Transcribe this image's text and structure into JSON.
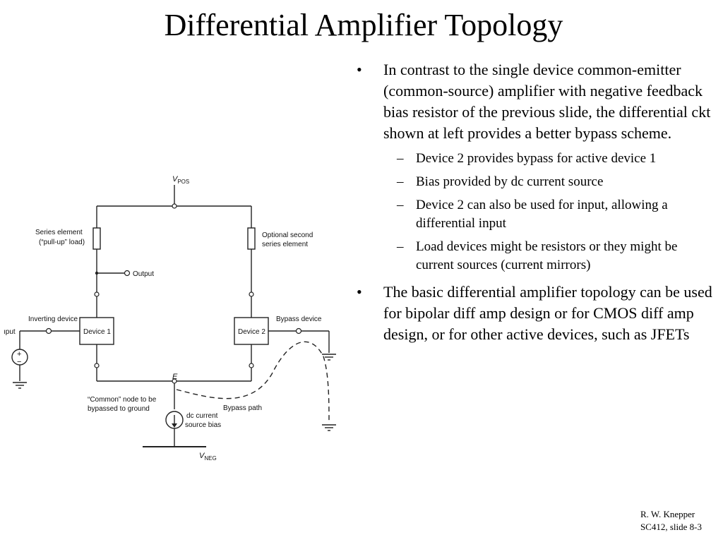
{
  "title": "Differential Amplifier Topology",
  "diagram": {
    "vpos_main": "V",
    "vpos_sub": "POS",
    "vneg_main": "V",
    "vneg_sub": "NEG",
    "series_element_line1": "Series element",
    "series_element_line2": "(“pull-up” load)",
    "optional_second_line1": "Optional second",
    "optional_second_line2": "series element",
    "output": "Output",
    "inverting_device": "Inverting device",
    "input": "ıput",
    "device1": "Device 1",
    "device2": "Device 2",
    "bypass_device": "Bypass device",
    "node_e": "E",
    "common_node_line1": "“Common” node to be",
    "common_node_line2": "bypassed to ground",
    "bypass_path": "Bypass path",
    "dc_source_line1": "dc current",
    "dc_source_line2": "source bias",
    "plus": "+",
    "minus": "−"
  },
  "bullets": [
    {
      "mark": "•",
      "text": "In contrast to the single device common-emitter (common-source) amplifier with negative feedback bias resistor of the previous slide, the differential ckt shown at left provides a better bypass scheme.",
      "subs": [
        {
          "mark": "–",
          "text": "Device 2 provides bypass for active device 1"
        },
        {
          "mark": "–",
          "text": "Bias provided by dc current source"
        },
        {
          "mark": "–",
          "text": "Device 2 can also be used for input, allowing a differential input"
        },
        {
          "mark": "–",
          "text": "Load devices might be resistors or they might be current sources (current mirrors)"
        }
      ]
    },
    {
      "mark": "•",
      "text": "The basic differential amplifier topology can be used for bipolar diff amp design or for CMOS diff amp design, or for other active devices, such as JFETs"
    }
  ],
  "footer": {
    "author": "R. W. Knepper",
    "slide": "SC412, slide 8-3"
  }
}
